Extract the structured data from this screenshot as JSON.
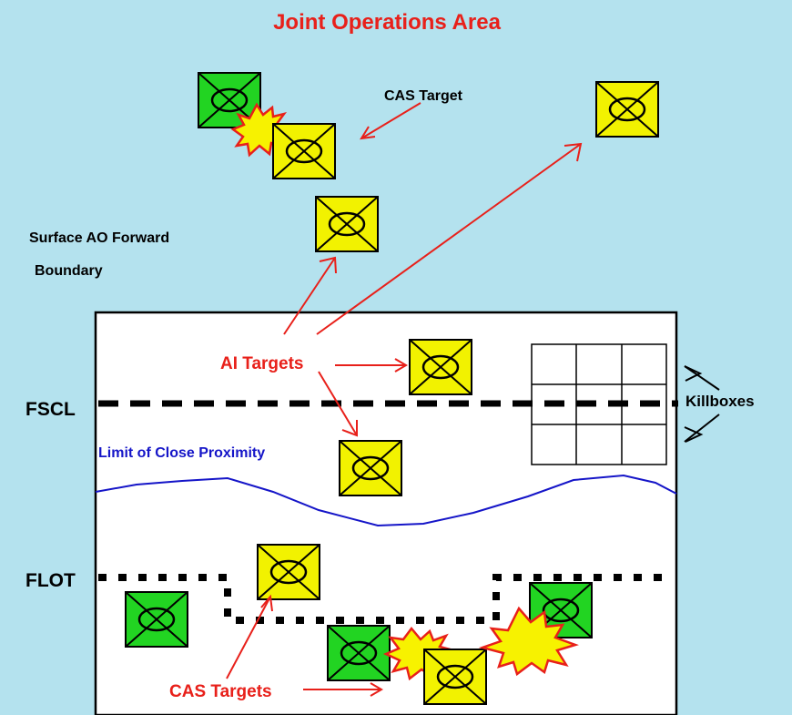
{
  "title": "Joint Operations Area",
  "labels": {
    "cas_target": "CAS Target",
    "surface_ao_line1": "Surface AO Forward",
    "surface_ao_line2": "Boundary",
    "ai_targets": "AI Targets",
    "fscl": "FSCL",
    "killboxes": "Killboxes",
    "limit_close_proximity": "Limit of Close Proximity",
    "flot": "FLOT",
    "cas_targets": "CAS Targets"
  },
  "colors": {
    "background": "#b4e2ee",
    "title": "#e8201a",
    "ai_label": "#e8201a",
    "cas_label": "#e8201a",
    "arrow": "#e8201a",
    "limit_line": "#1515c8",
    "limit_label": "#1515c8",
    "friendly_unit": "#22d422",
    "enemy_target": "#f2f200",
    "burst": "#f7f200",
    "burst_outline": "#e8201a"
  }
}
